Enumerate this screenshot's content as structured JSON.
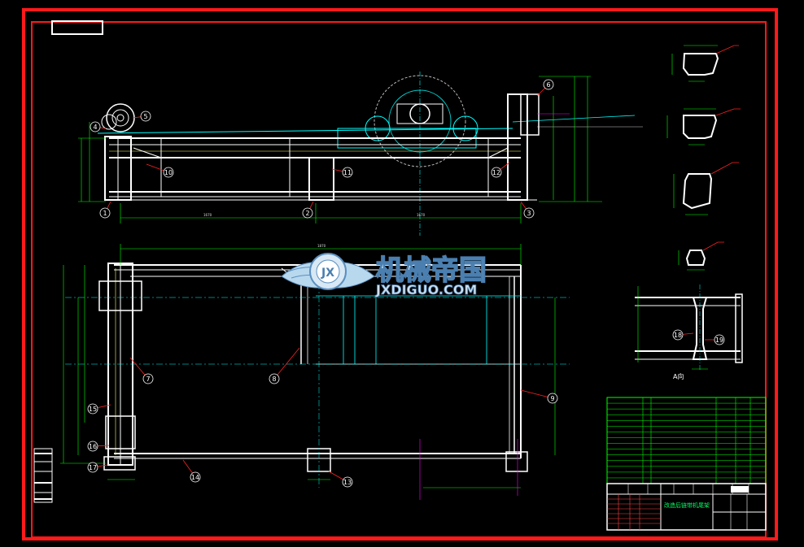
{
  "watermark": {
    "cn_text": "机械帝国",
    "en_text": "JXDIGUO.COM",
    "logo_letters": "JX"
  },
  "view_labels": {
    "view_a": "A向"
  },
  "callouts": [
    "1",
    "2",
    "3",
    "4",
    "5",
    "6",
    "7",
    "8",
    "9",
    "10",
    "11",
    "12",
    "13",
    "14",
    "15",
    "16",
    "17",
    "18",
    "19"
  ],
  "top_dimensions": {
    "left_span": "1670",
    "right_span": "1670",
    "plan_width": "1870"
  },
  "title_block": {
    "drawing_name": "改造后链带机尾架"
  },
  "colors": {
    "frame_red": "#ff1a1a",
    "structure": "#ffffff",
    "dimension": "#00ff00",
    "centerline": "#00ffff",
    "secondary": "#ff00ff",
    "highlight": "#ffff00",
    "callout_leader": "#ff2222"
  }
}
